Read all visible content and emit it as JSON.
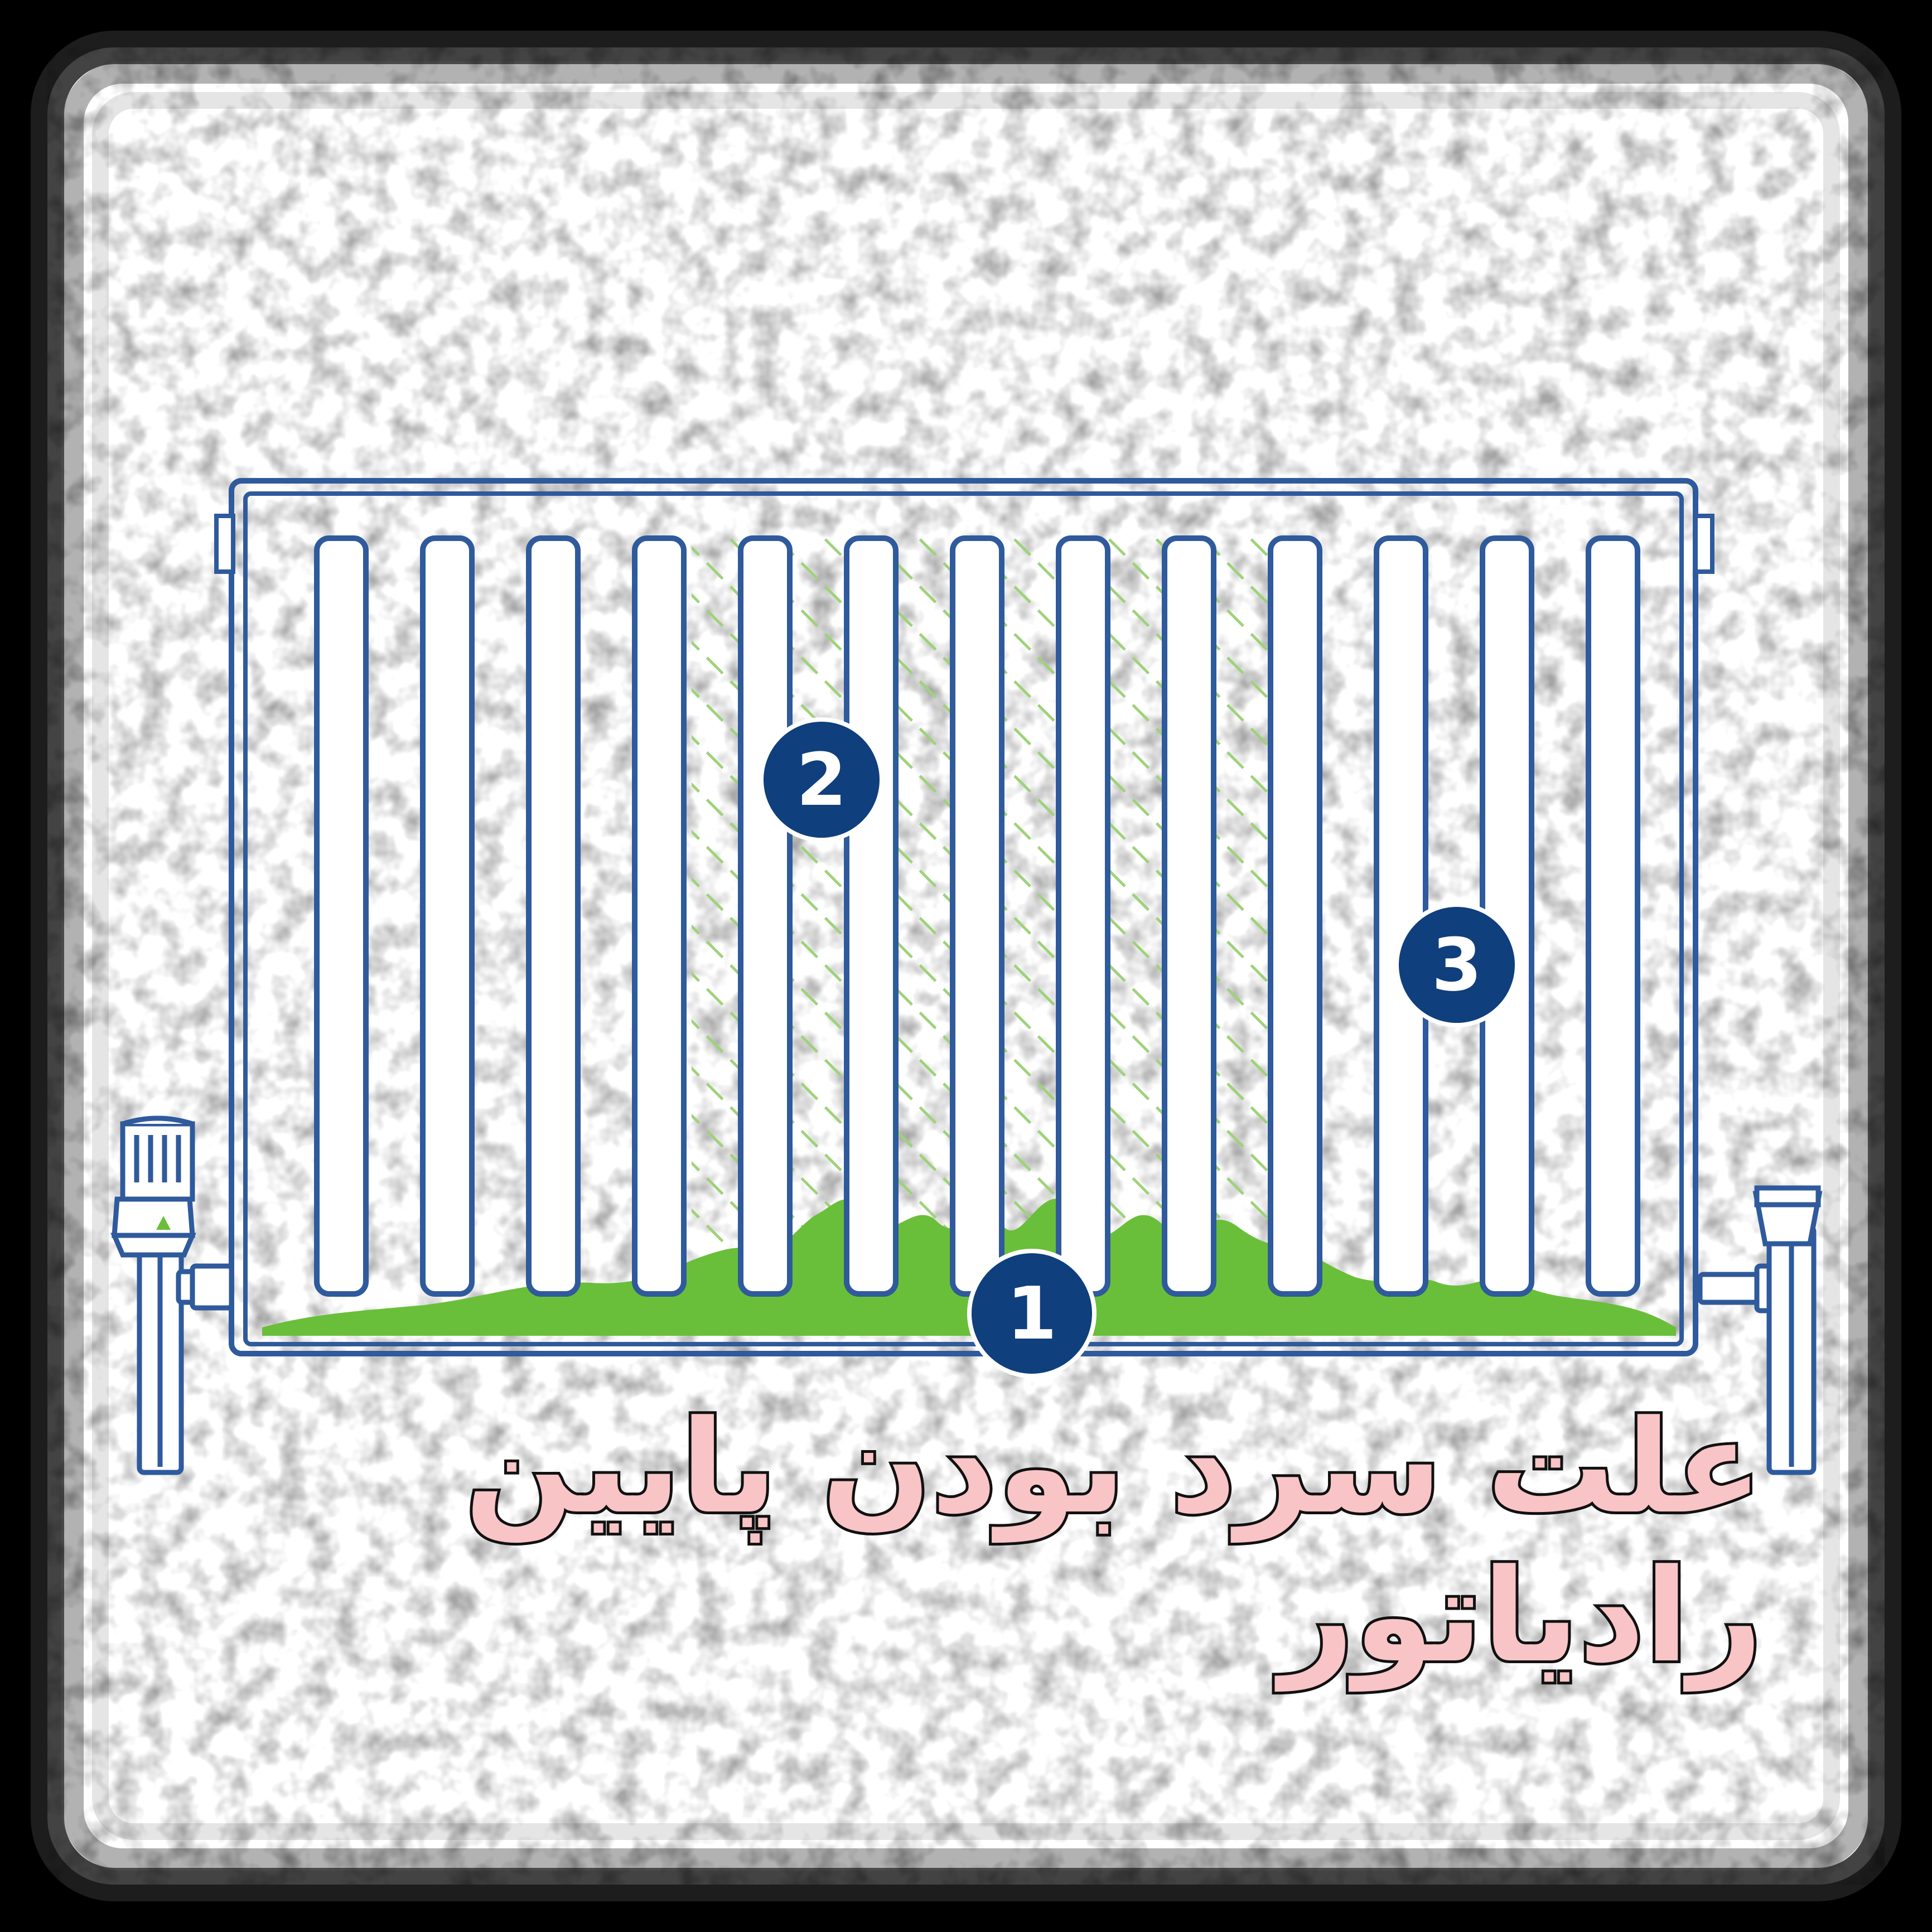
{
  "title": "علت سرد بودن پایین رادیاتور",
  "markers": [
    {
      "label": "1",
      "meaning": "sludge-at-bottom"
    },
    {
      "label": "2",
      "meaning": "cold-middle-section"
    },
    {
      "label": "3",
      "meaning": "hot-section"
    }
  ],
  "colors": {
    "outline": "#2f5a9c",
    "sludge": "#6abf3a",
    "hatch": "#9fd27b",
    "badge": "#0f3f7c",
    "title_fill": "#f9c4c6",
    "title_stroke": "#111111",
    "frame": "#000000"
  }
}
